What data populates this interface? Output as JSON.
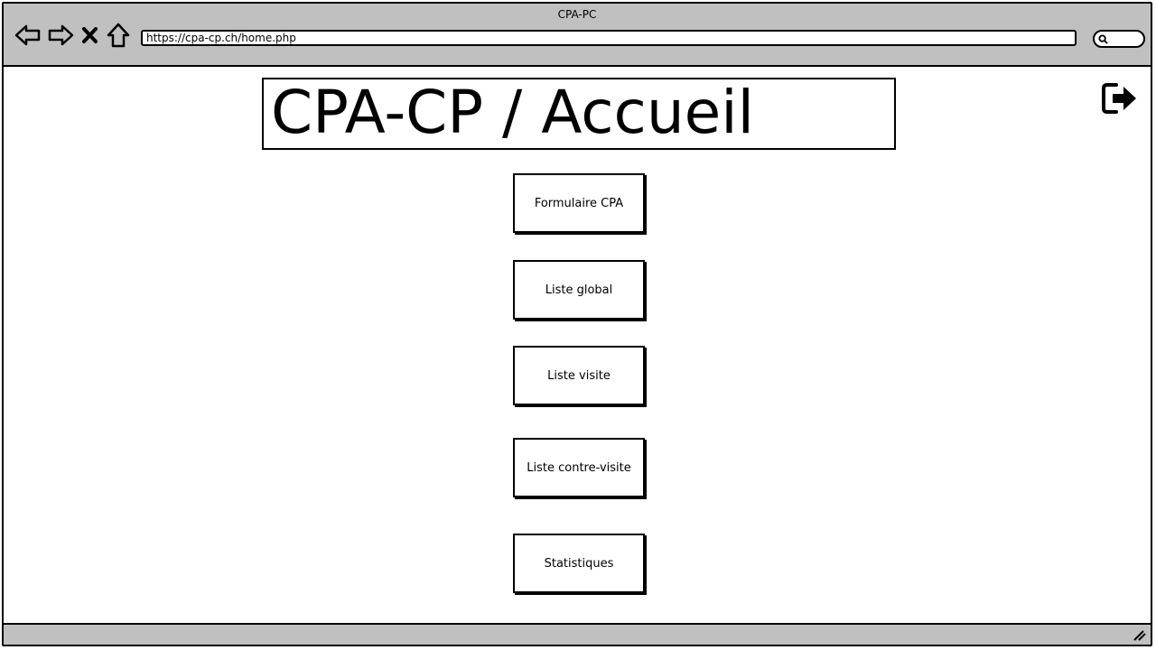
{
  "browser": {
    "window_title": "CPA-PC",
    "url": "https://cpa-cp.ch/home.php",
    "icons": [
      "back-arrow-icon",
      "forward-arrow-icon",
      "stop-icon",
      "home-icon",
      "search-icon"
    ]
  },
  "page": {
    "title": "CPA-CP / Accueil",
    "logout_icon": "logout-icon"
  },
  "menu": {
    "buttons": [
      {
        "label": "Formulaire CPA"
      },
      {
        "label": "Liste global"
      },
      {
        "label": "Liste visite"
      },
      {
        "label": "Liste contre-visite"
      },
      {
        "label": "Statistiques"
      }
    ]
  }
}
